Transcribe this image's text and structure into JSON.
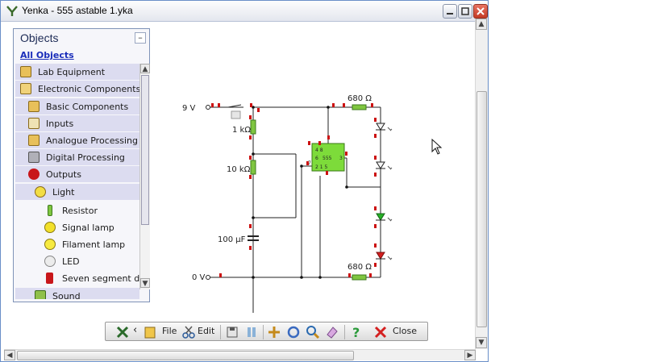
{
  "window": {
    "title": "Yenka - 555 astable 1.yka",
    "min_label": "_",
    "max_label": "□",
    "close_label": "✕"
  },
  "objects_panel": {
    "title": "Objects",
    "collapse_label": "–",
    "all_objects": "All Objects",
    "items": [
      {
        "label": "Lab Equipment",
        "icon": "lab-equipment-icon"
      },
      {
        "label": "Electronic Components",
        "icon": "electronic-components-icon"
      },
      {
        "label": "Basic Components",
        "icon": "basic-components-icon"
      },
      {
        "label": "Inputs",
        "icon": "inputs-icon"
      },
      {
        "label": "Analogue Processing",
        "icon": "analogue-processing-icon"
      },
      {
        "label": "Digital Processing",
        "icon": "digital-processing-icon"
      },
      {
        "label": "Outputs",
        "icon": "outputs-icon"
      },
      {
        "label": "Light",
        "icon": "light-icon"
      },
      {
        "label": "Resistor",
        "icon": "resistor-icon"
      },
      {
        "label": "Signal lamp",
        "icon": "signal-lamp-icon"
      },
      {
        "label": "Filament lamp",
        "icon": "filament-lamp-icon"
      },
      {
        "label": "LED",
        "icon": "led-icon"
      },
      {
        "label": "Seven segment dis",
        "icon": "seven-segment-icon"
      },
      {
        "label": "Sound",
        "icon": "sound-icon"
      }
    ]
  },
  "circuit": {
    "supply_top": "9 V",
    "supply_bottom": "0 V",
    "r1": "1 kΩ",
    "r2": "10 kΩ",
    "capacitor": "100 µF",
    "r_top": "680 Ω",
    "r_bottom": "680 Ω",
    "chip_label": "555",
    "chip_pins_top": "4  8",
    "chip_pins_mid": "6",
    "chip_pins_bottom": "2  1  5",
    "chip_pin_left": "7",
    "chip_pin_right": "3"
  },
  "toolbar": {
    "file_label": "File",
    "edit_label": "Edit",
    "close_label": "Close"
  },
  "colors": {
    "accent": "#2f55b8",
    "led_green": "#27b127",
    "led_red": "#d41e1e",
    "chip": "#7ddb3a",
    "wire": "#222222",
    "pin": "#cc1111"
  }
}
